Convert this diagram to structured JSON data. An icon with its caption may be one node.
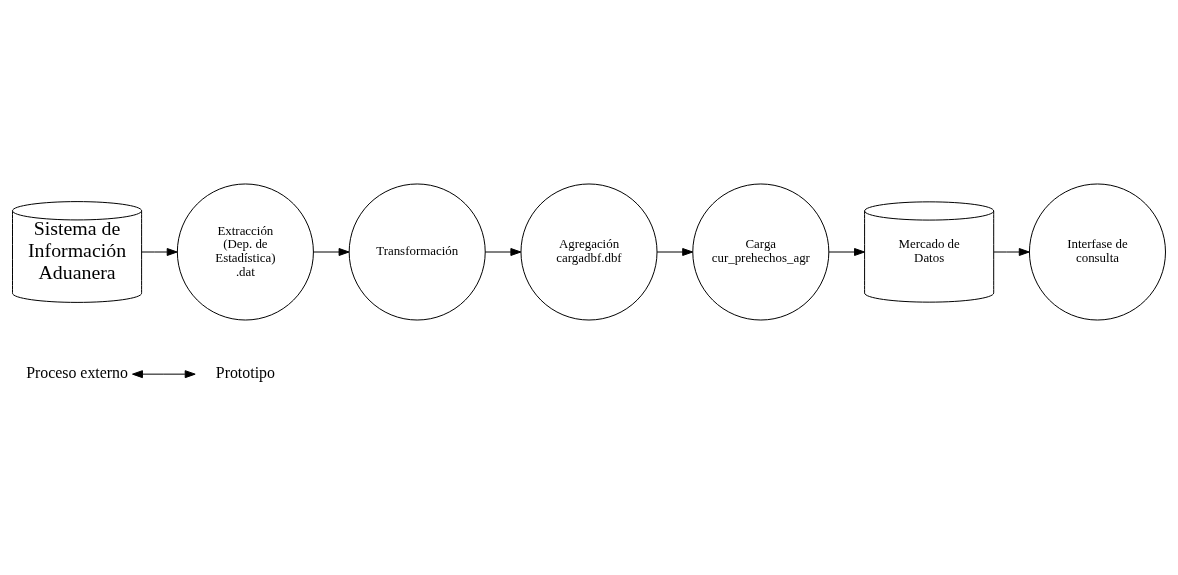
{
  "diagram": {
    "nodes": [
      {
        "text": [
          "Proceso externo"
        ]
      },
      {
        "text": [
          "Prototipo"
        ]
      },
      {
        "text": [
          "Sistema de Información Aduanera"
        ]
      },
      {
        "text": [
          "Extracción (Dep. de Estadística) .dat"
        ]
      },
      {
        "text": [
          "Transformación"
        ]
      },
      {
        "text": [
          "Agregación cargadbf.dbf"
        ]
      },
      {
        "text": [
          "Carga cur_prehechos_agr"
        ]
      },
      {
        "text": [
          "Mercado de Datos"
        ]
      },
      {
        "text": [
          "Interfase de consulta"
        ]
      }
    ],
    "edges": [
      {
        "from": 0,
        "to": 1,
        "arrow": "both"
      },
      {
        "from": 2,
        "to": 3,
        "arrow": "to"
      },
      {
        "from": 3,
        "to": 4,
        "arrow": "to"
      },
      {
        "from": 4,
        "to": 5,
        "arrow": "to"
      },
      {
        "from": 5,
        "to": 6,
        "arrow": "to"
      },
      {
        "from": 6,
        "to": 7,
        "arrow": "to"
      },
      {
        "from": 7,
        "to": 8,
        "arrow": "to"
      }
    ]
  }
}
